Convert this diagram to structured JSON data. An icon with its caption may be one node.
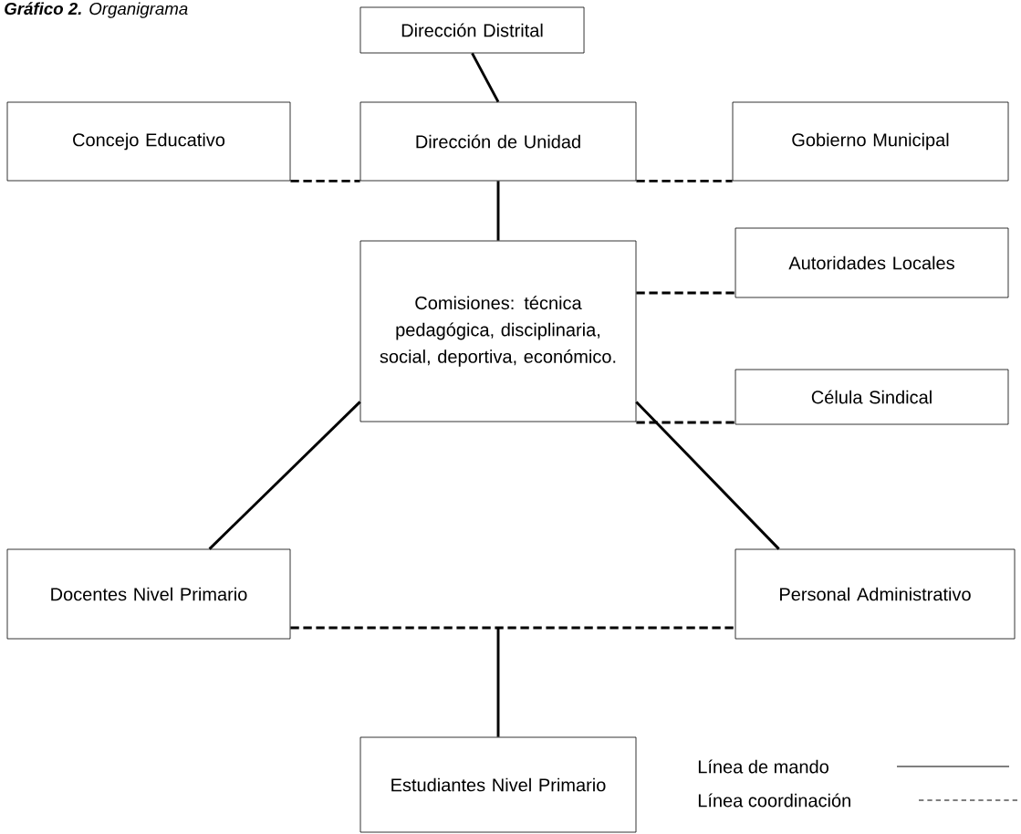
{
  "diagram": {
    "title": "**Gráfico 2.** Organigrama",
    "nodes": [
      {
        "text": [
          "Dirección Distrital"
        ]
      },
      {
        "text": [
          "Concejo Educativo"
        ]
      },
      {
        "text": [
          "Dirección de Unidad"
        ]
      },
      {
        "text": [
          "Gobierno Municipal"
        ]
      },
      {
        "text": [
          "Comisiones: técnica pedagógica, disciplinaria, social, deportiva, económico."
        ]
      },
      {
        "text": [
          "Autoridades Locales"
        ]
      },
      {
        "text": [
          "Célula Sindical"
        ]
      },
      {
        "text": [
          "Docentes Nivel Primario"
        ]
      },
      {
        "text": [
          "Personal Administrativo"
        ]
      },
      {
        "text": [
          "Estudiantes Nivel Primario"
        ]
      }
    ],
    "edges": [
      {
        "from": 0,
        "to": 2,
        "arrow": "none"
      },
      {
        "from": 1,
        "to": 2,
        "arrow": "none",
        "style": "dashed"
      },
      {
        "from": 2,
        "to": 3,
        "arrow": "none",
        "style": "dashed"
      },
      {
        "from": 2,
        "to": 4,
        "arrow": "none"
      },
      {
        "from": 4,
        "to": 5,
        "arrow": "none",
        "style": "dashed"
      },
      {
        "from": 4,
        "to": 6,
        "arrow": "none",
        "style": "dashed"
      },
      {
        "from": 4,
        "to": 7,
        "arrow": "none"
      },
      {
        "from": 4,
        "to": 8,
        "arrow": "none"
      },
      {
        "from": 7,
        "to": 8,
        "arrow": "none",
        "style": "dashed"
      },
      {
        "from": null,
        "to": 9,
        "arrow": "none"
      }
    ],
    "legend": [
      {
        "text": "Línea de mando"
      },
      {
        "text": "Línea coordinación"
      }
    ]
  }
}
